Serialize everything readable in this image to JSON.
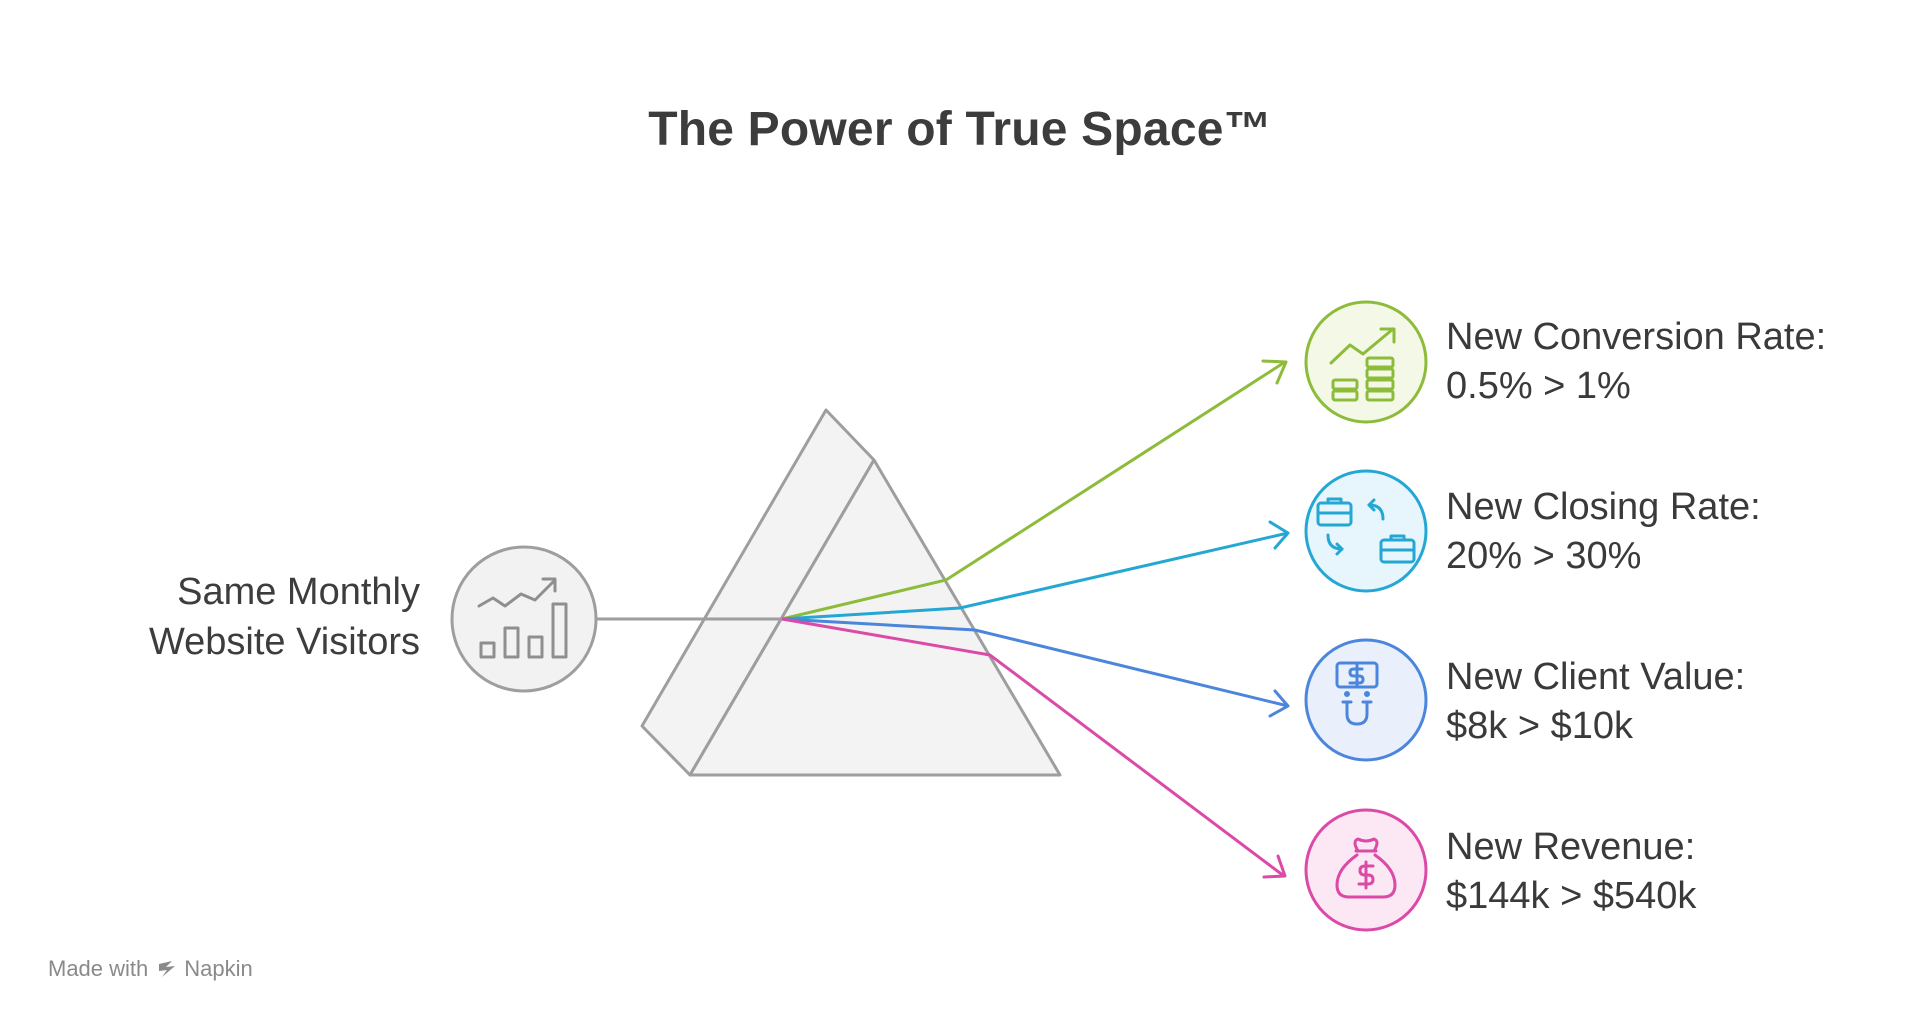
{
  "title": "The Power of True Space™",
  "input": {
    "label_line1": "Same Monthly",
    "label_line2": "Website Visitors",
    "icon": "growth-chart-icon",
    "color": "#9e9e9e"
  },
  "outputs": [
    {
      "line1": "New Conversion Rate:",
      "line2": "0.5% > 1%",
      "icon": "money-growth-icon",
      "color": "#8dbb3a",
      "fill": "#f3f9e6"
    },
    {
      "line1": "New Closing Rate:",
      "line2": "20% > 30%",
      "icon": "briefcase-exchange-icon",
      "color": "#25a7d3",
      "fill": "#e6f6fc"
    },
    {
      "line1": "New Client Value:",
      "line2": "$8k > $10k",
      "icon": "money-magnet-icon",
      "color": "#4b86dc",
      "fill": "#e9f0fc"
    },
    {
      "line1": "New Revenue:",
      "line2": "$144k > $540k",
      "icon": "money-bag-icon",
      "color": "#db4aa6",
      "fill": "#fce8f4"
    }
  ],
  "footer": {
    "made_with": "Made with",
    "brand": "Napkin"
  }
}
